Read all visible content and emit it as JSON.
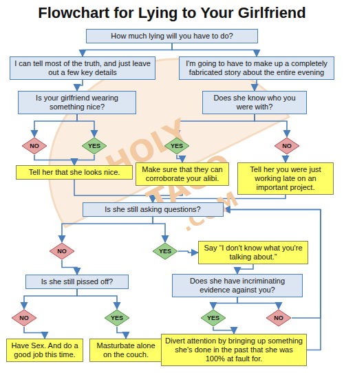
{
  "diagram": {
    "title": "Flowchart for Lying to Your Girlfriend",
    "nodes": [
      {
        "text": [
          "How much lying will you have to do?"
        ]
      },
      {
        "text": [
          "I can tell most of the truth, and just leave out a few key details"
        ]
      },
      {
        "text": [
          "I'm going to have to make up a completely fabricated story about the entire evening"
        ]
      },
      {
        "text": [
          "Is your girlfriend wearing something nice?"
        ]
      },
      {
        "text": [
          "Does she know who you were with?"
        ]
      },
      {
        "text": [
          "NO"
        ]
      },
      {
        "text": [
          "YES"
        ]
      },
      {
        "text": [
          "YES"
        ]
      },
      {
        "text": [
          "NO"
        ]
      },
      {
        "text": [
          "Tell her that she looks nice."
        ]
      },
      {
        "text": [
          "Make sure that they can corroborate your alibi."
        ]
      },
      {
        "text": [
          "Tell her you were just working late on an important project."
        ]
      },
      {
        "text": [
          "Is she still asking questions?"
        ]
      },
      {
        "text": [
          "NO"
        ]
      },
      {
        "text": [
          "YES"
        ]
      },
      {
        "text": [
          "Say “I don't know what you're talking about.”"
        ]
      },
      {
        "text": [
          "Is she still pissed off?"
        ]
      },
      {
        "text": [
          "Does she have incriminating evidence against you?"
        ]
      },
      {
        "text": [
          "NO"
        ]
      },
      {
        "text": [
          "YES"
        ]
      },
      {
        "text": [
          "YES"
        ]
      },
      {
        "text": [
          "NO"
        ]
      },
      {
        "text": [
          "Have Sex. And do a good job this time."
        ]
      },
      {
        "text": [
          "Masturbate alone on the couch."
        ]
      },
      {
        "text": [
          "Divert attention by bringing up something she's done in the past that she was 100% at fault for."
        ]
      }
    ],
    "edges": [
      {
        "from": 0,
        "to": 1,
        "arrow": "to"
      },
      {
        "from": 0,
        "to": 2,
        "arrow": "to"
      },
      {
        "from": 1,
        "to": 3,
        "arrow": "to"
      },
      {
        "from": 2,
        "to": 4,
        "arrow": "to"
      },
      {
        "from": 3,
        "to": 5,
        "arrow": "to"
      },
      {
        "from": 3,
        "to": 6,
        "arrow": "to"
      },
      {
        "from": 4,
        "to": 7,
        "arrow": "to"
      },
      {
        "from": 4,
        "to": 8,
        "arrow": "to"
      },
      {
        "from": 5,
        "to": 9,
        "arrow": "to"
      },
      {
        "from": 6,
        "to": 9,
        "arrow": "to"
      },
      {
        "from": 7,
        "to": 10,
        "arrow": "to"
      },
      {
        "from": 8,
        "to": 11,
        "arrow": "to"
      },
      {
        "from": 9,
        "to": 12,
        "arrow": "to"
      },
      {
        "from": 10,
        "to": 12,
        "arrow": "to"
      },
      {
        "from": 11,
        "to": 12,
        "arrow": "to"
      },
      {
        "from": 12,
        "to": 13,
        "arrow": "to"
      },
      {
        "from": 12,
        "to": 14,
        "arrow": "to"
      },
      {
        "from": 14,
        "to": 15,
        "arrow": "to"
      },
      {
        "from": 15,
        "to": 17,
        "arrow": "to"
      },
      {
        "from": 13,
        "to": 16,
        "arrow": "to"
      },
      {
        "from": 16,
        "to": 18,
        "arrow": "to"
      },
      {
        "from": 16,
        "to": 19,
        "arrow": "to"
      },
      {
        "from": 17,
        "to": 20,
        "arrow": "to"
      },
      {
        "from": 17,
        "to": 21,
        "arrow": "to"
      },
      {
        "from": 18,
        "to": 22,
        "arrow": "to"
      },
      {
        "from": 19,
        "to": 23,
        "arrow": "to"
      },
      {
        "from": 20,
        "to": 24,
        "arrow": "to"
      },
      {
        "from": 21,
        "to": 12,
        "arrow": "to"
      },
      {
        "from": 24,
        "to": 12,
        "arrow": "to"
      }
    ],
    "labels": [
      "HOLY",
      "TACO",
      ".COM"
    ]
  }
}
